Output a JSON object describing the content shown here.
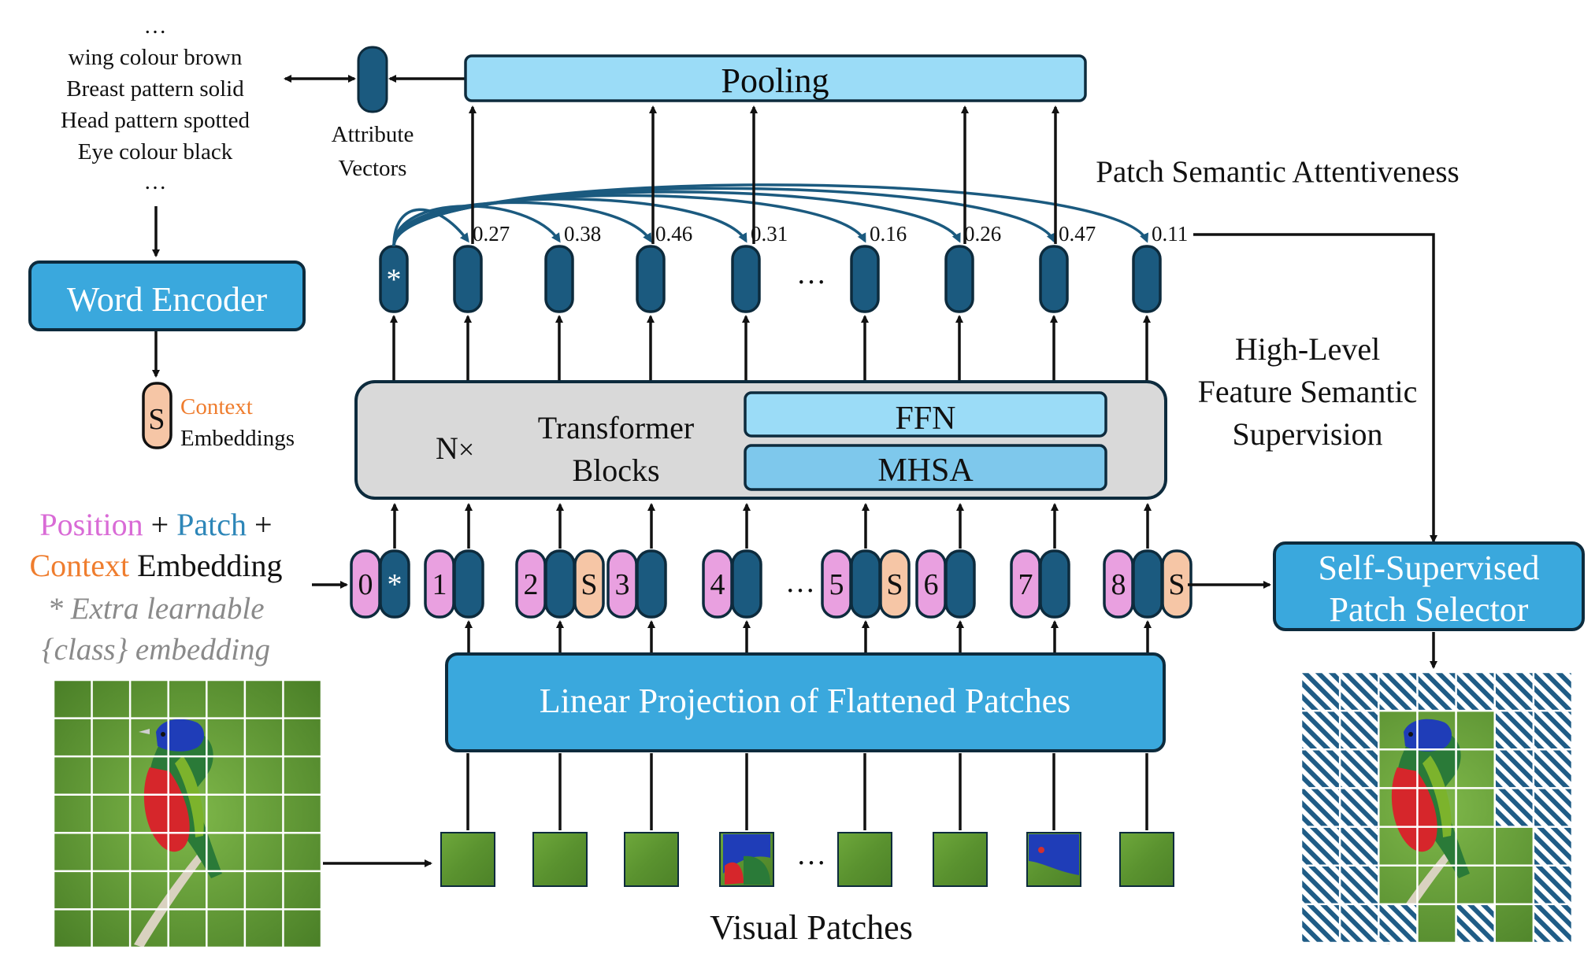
{
  "attributes": {
    "lines": [
      "…",
      "wing colour brown",
      "Breast pattern solid",
      "Head pattern spotted",
      "Eye colour black",
      "…"
    ],
    "vector_label_1": "Attribute",
    "vector_label_2": "Vectors"
  },
  "word_encoder": {
    "label": "Word Encoder"
  },
  "context_embeddings": {
    "token": "S",
    "label_1": "Context",
    "label_2": "Embeddings"
  },
  "pooling": {
    "label": "Pooling"
  },
  "psa": {
    "label": "Patch Semantic Attentiveness",
    "class_token": "*",
    "scores": [
      "0.27",
      "0.38",
      "0.46",
      "0.31",
      "0.16",
      "0.26",
      "0.47",
      "0.11"
    ],
    "ellipsis": "…"
  },
  "transformer": {
    "repeat": "N",
    "repeat_symbol": "×",
    "label_1": "Transformer",
    "label_2": "Blocks",
    "ffn": "FFN",
    "mhsa": "MHSA"
  },
  "supervision": {
    "line_1": "High-Level",
    "line_2": "Feature Semantic",
    "line_3": "Supervision"
  },
  "embedding_legend": {
    "position": "Position",
    "plus_1": " + ",
    "patch": "Patch",
    "plus_2": " +",
    "context": "Context",
    "embedding": " Embedding",
    "note_1": "* Extra learnable",
    "note_2": "{class} embedding"
  },
  "tokens": {
    "positions": [
      "0",
      "1",
      "2",
      "3",
      "4",
      "5",
      "6",
      "7",
      "8"
    ],
    "class_star": "*",
    "context_s": "S",
    "ellipsis": "…"
  },
  "selector": {
    "line_1": "Self-Supervised",
    "line_2": "Patch Selector"
  },
  "linear_projection": {
    "label": "Linear Projection of Flattened Patches"
  },
  "visual_patches": {
    "label": "Visual Patches",
    "ellipsis": "…"
  },
  "colors": {
    "token_dark": "#1b5a7f",
    "box_light": "#9bdcf7",
    "box_mid": "#3aa8dd",
    "pink": "#e9a0e0",
    "peach": "#f6c6a6",
    "context_orange": "#ef7d2e",
    "position_magenta": "#d96bd6",
    "patch_blue": "#2d86b8",
    "grey_note": "#8a8a8a",
    "grass": "#5f9a32"
  }
}
